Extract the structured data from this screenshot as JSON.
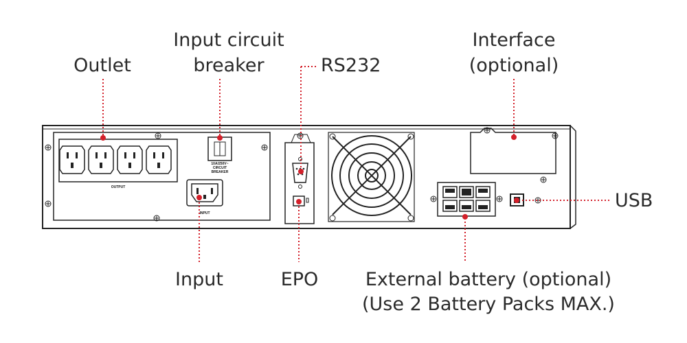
{
  "labels": {
    "outlet": "Outlet",
    "breaker_line1": "Input circuit",
    "breaker_line2": "breaker",
    "rs232": "RS232",
    "interface_line1": "Interface",
    "interface_line2": "(optional)",
    "usb": "USB",
    "input": "Input",
    "epo": "EPO",
    "battery_line1": "External battery (optional)",
    "battery_line2": "(Use 2 Battery Packs MAX.)"
  },
  "panel_text": {
    "output": "OUTPUT",
    "input": "INPUT",
    "breaker_line1": "10A/250V~",
    "breaker_line2": "CIRCUIT",
    "breaker_line3": "BREAKER"
  },
  "colors": {
    "callout": "#d3202a",
    "line_art": "#222222",
    "label_text": "#2a2a2a"
  }
}
